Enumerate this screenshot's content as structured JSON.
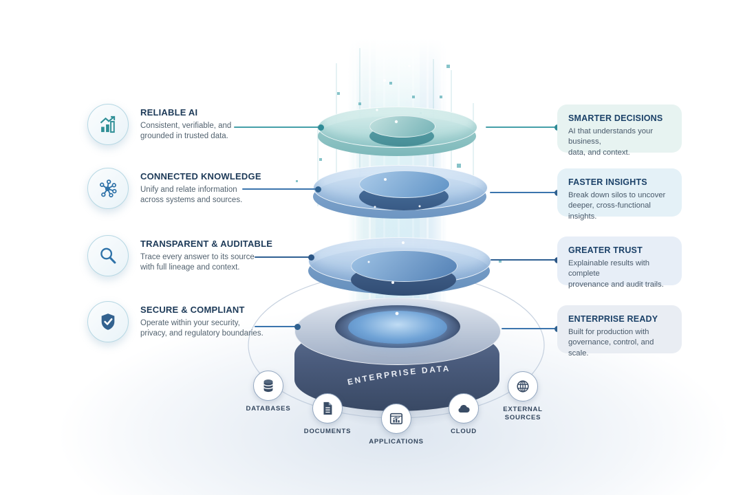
{
  "diagram": {
    "core_label": "ENTERPRISE DATA",
    "left_features": [
      {
        "icon": "growth-chart-icon",
        "title": "RELIABLE AI",
        "lines": [
          "Consistent, verifiable, and",
          "grounded in trusted data."
        ]
      },
      {
        "icon": "network-icon",
        "title": "CONNECTED KNOWLEDGE",
        "lines": [
          "Unify and relate information",
          "across systems and sources."
        ]
      },
      {
        "icon": "magnifier-icon",
        "title": "TRANSPARENT & AUDITABLE",
        "lines": [
          "Trace every answer to its source",
          "with full lineage and context."
        ]
      },
      {
        "icon": "shield-check-icon",
        "title": "SECURE & COMPLIANT",
        "lines": [
          "Operate within your security,",
          "privacy, and regulatory boundaries."
        ]
      }
    ],
    "right_benefits": [
      {
        "title": "SMARTER DECISIONS",
        "lines": [
          "AI that understands your business,",
          "data, and context."
        ]
      },
      {
        "title": "FASTER INSIGHTS",
        "lines": [
          "Break down silos to uncover",
          "deeper, cross-functional insights."
        ]
      },
      {
        "title": "GREATER TRUST",
        "lines": [
          "Explainable results with complete",
          "provenance and audit trails."
        ]
      },
      {
        "title": "ENTERPRISE READY",
        "lines": [
          "Built for production with",
          "governance, control, and scale."
        ]
      }
    ],
    "data_sources": [
      {
        "icon": "database-icon",
        "label": "DATABASES"
      },
      {
        "icon": "document-icon",
        "label": "DOCUMENTS"
      },
      {
        "icon": "applications-icon",
        "label": "APPLICATIONS"
      },
      {
        "icon": "cloud-icon",
        "label": "CLOUD"
      },
      {
        "icon": "globe-icon",
        "label": "EXTERNAL SOURCES"
      }
    ],
    "colors": {
      "teal_accent": "#3f9aa3",
      "blue_accent": "#3a74ad",
      "navy_title": "#1d3a58",
      "body_text": "#52626f",
      "base_side": "#4a5b7c",
      "card_bg_teal": "#e7f3f1",
      "card_bg_blue": "#e4f1f7"
    }
  }
}
